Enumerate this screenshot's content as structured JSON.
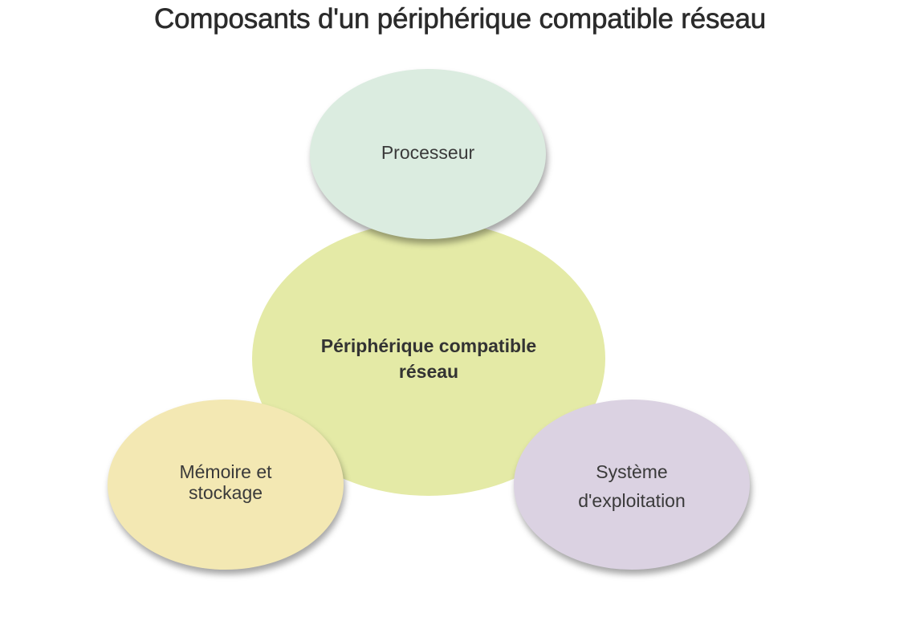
{
  "title": "Composants d'un périphérique compatible réseau",
  "nodes": {
    "center": {
      "lines": [
        "Périphérique compatible",
        "réseau"
      ],
      "color": "#e4eaa6"
    },
    "processor": {
      "lines": [
        "Processeur"
      ],
      "color": "#dbece0"
    },
    "memory": {
      "lines": [
        "Mémoire et",
        "stockage"
      ],
      "color": "#f3e8b3"
    },
    "os": {
      "lines": [
        "Système",
        "d'exploitation"
      ],
      "color": "#dbd2e2"
    }
  }
}
